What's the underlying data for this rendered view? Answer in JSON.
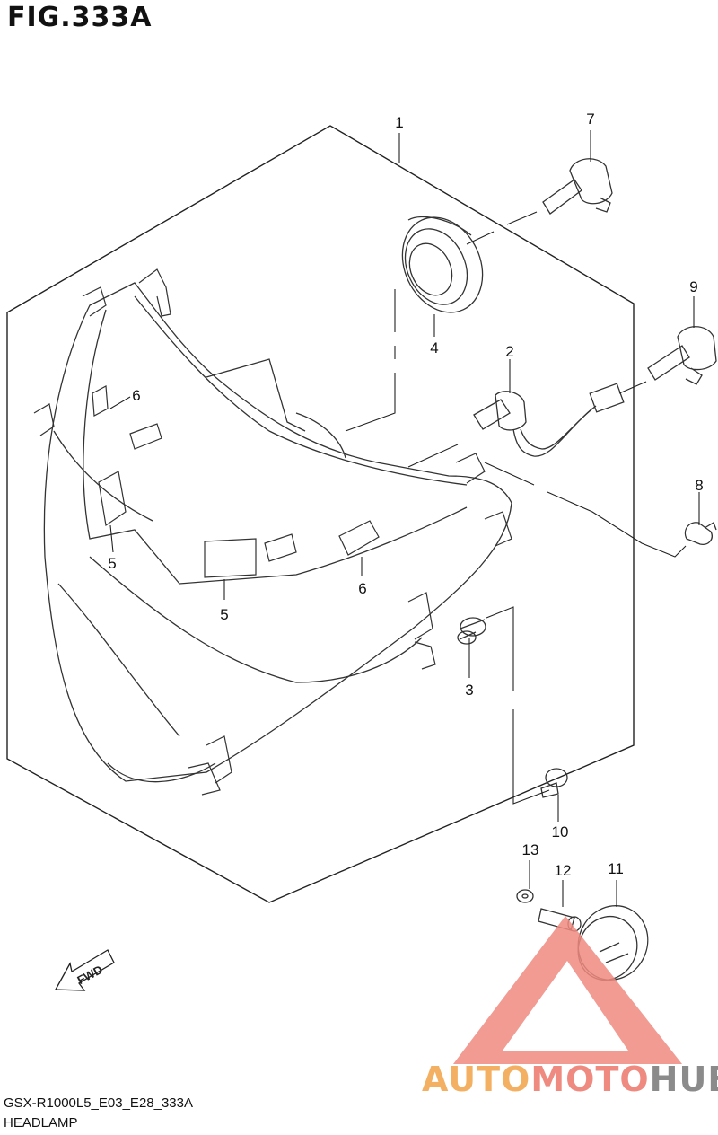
{
  "header": {
    "figure": "FIG.333A"
  },
  "footer": {
    "model_code": "GSX-R1000L5_E03_E28_333A",
    "part_group": "HEADLAMP"
  },
  "labels": [
    {
      "key": "1",
      "text": "1"
    },
    {
      "key": "2",
      "text": "2"
    },
    {
      "key": "3",
      "text": "3"
    },
    {
      "key": "4",
      "text": "4"
    },
    {
      "key": "5a",
      "text": "5"
    },
    {
      "key": "5b",
      "text": "5"
    },
    {
      "key": "6a",
      "text": "6"
    },
    {
      "key": "6b",
      "text": "6"
    },
    {
      "key": "7",
      "text": "7"
    },
    {
      "key": "8",
      "text": "8"
    },
    {
      "key": "9",
      "text": "9"
    },
    {
      "key": "10",
      "text": "10"
    },
    {
      "key": "11",
      "text": "11"
    },
    {
      "key": "12",
      "text": "12"
    },
    {
      "key": "13",
      "text": "13"
    }
  ],
  "fwd_arrow": {
    "text": "FWD"
  },
  "watermark": {
    "part1": "AUTO",
    "part2": "MOTO",
    "part3": "HUB",
    "colors": {
      "auto": "#f3b062",
      "moto": "#ef8a80",
      "hub": "#8b8b8b",
      "triangle": "#ef8a80"
    }
  }
}
